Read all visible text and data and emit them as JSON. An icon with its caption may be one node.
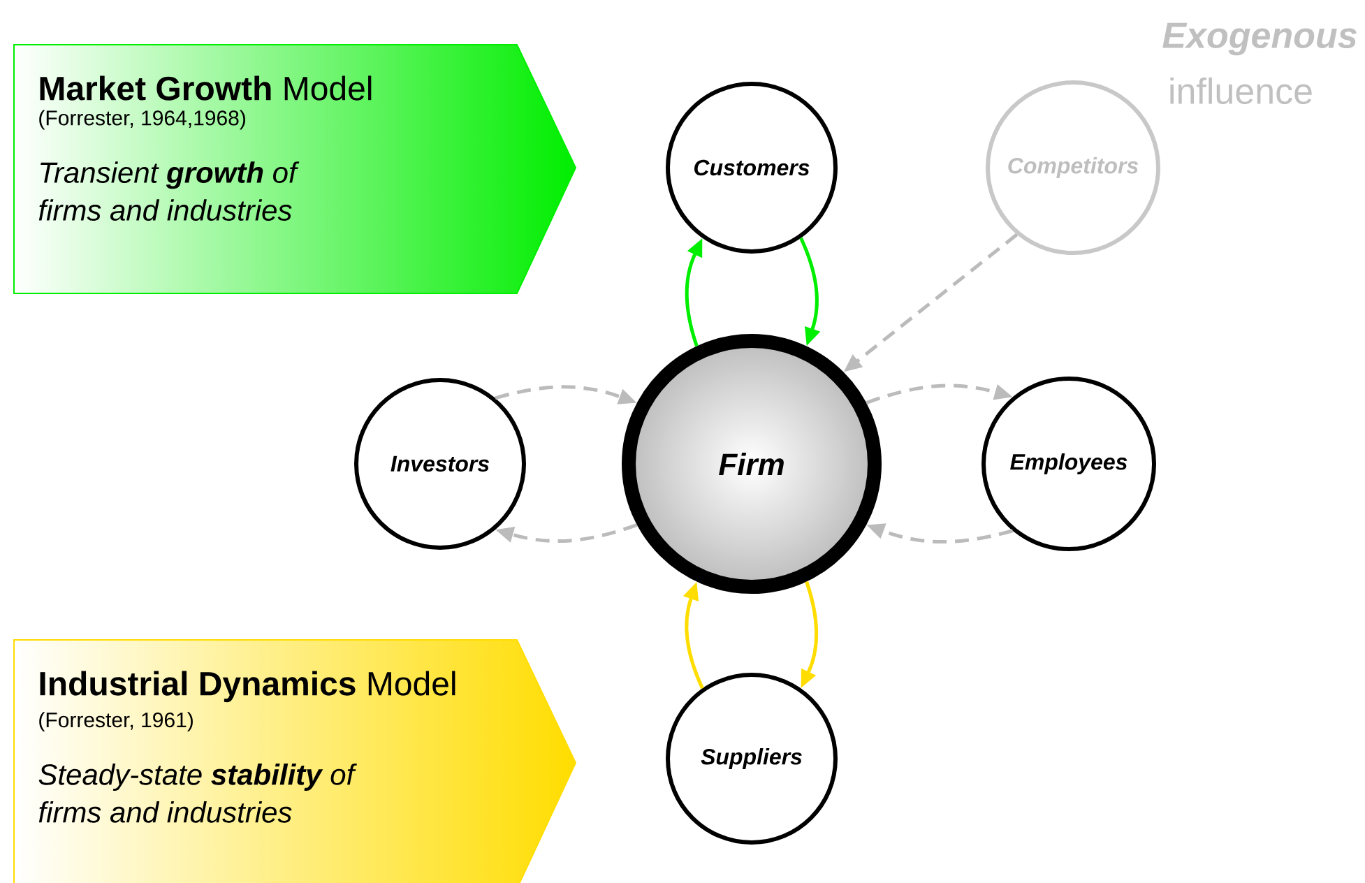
{
  "diagram": {
    "nodes": [
      {
        "text": [
          "**Market Growth** Model",
          "(Forrester, 1964,1968)",
          "Transient **growth** of firms and industries"
        ]
      },
      {
        "text": [
          "**Industrial Dynamics** Model",
          "(Forrester, 1961)",
          "Steady-state **stability** of firms and industries"
        ]
      },
      {
        "text": [
          "Firm"
        ]
      },
      {
        "text": [
          "Customers"
        ]
      },
      {
        "text": [
          "Competitors"
        ]
      },
      {
        "text": [
          "Investors"
        ]
      },
      {
        "text": [
          "Employees"
        ]
      },
      {
        "text": [
          "Suppliers"
        ]
      }
    ],
    "edges": [
      {
        "from": 2,
        "to": 3,
        "arrow": "to",
        "color": "#00ee00"
      },
      {
        "from": 3,
        "to": 2,
        "arrow": "to",
        "color": "#00ee00"
      },
      {
        "from": 4,
        "to": 2,
        "arrow": "to",
        "style": "dashed"
      },
      {
        "from": 5,
        "to": 2,
        "arrow": "to",
        "style": "dashed"
      },
      {
        "from": 2,
        "to": 5,
        "arrow": "to",
        "style": "dashed"
      },
      {
        "from": 2,
        "to": 6,
        "arrow": "to",
        "style": "dashed"
      },
      {
        "from": 6,
        "to": 2,
        "arrow": "to",
        "style": "dashed"
      },
      {
        "from": 7,
        "to": 2,
        "arrow": "to",
        "color": "#ffdd00"
      },
      {
        "from": 2,
        "to": 7,
        "arrow": "to",
        "color": "#ffdd00"
      }
    ],
    "labels": [
      "Exogenous",
      "influence"
    ]
  }
}
